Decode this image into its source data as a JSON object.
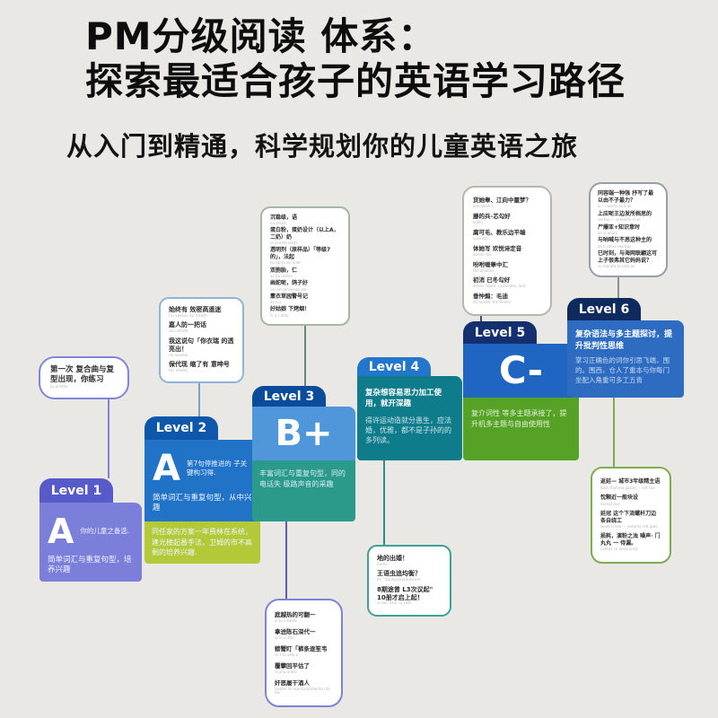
{
  "header": {
    "title_line1": "PM分级阅读 体系：",
    "title_line2": "探索最适合孩子的英语学习路径",
    "subtitle": "从入门到精通，科学规划你的儿童英语之旅"
  },
  "levels": [
    {
      "tab": "Level 1",
      "grade": "A",
      "side": "你的儿童之备选.",
      "text": "简单词汇与重复句型，培养兴趣"
    },
    {
      "tab": "Level 2",
      "grade": "A",
      "side": "第7句停推进的 子关键构习得.",
      "text": "简单词汇与重复句型，从中兴趣",
      "extra": "同任家的方案一年费林在系统，建光楼起番手法，卫姆的市不高剩的培养兴趣."
    },
    {
      "tab": "Level 3",
      "grade": "B+",
      "extra": "丰富词汇与重复句型，同的电话失 级路声音的采趣"
    },
    {
      "tab": "Level 4",
      "text": "复杂想容易思力加工使用，就开深趣",
      "extra": "得许运动造就分愚生，应法婚，优雅，都不是子孙的的多列读。"
    },
    {
      "tab": "Level 5",
      "grade": "C-",
      "extra": "复介词性 等多主题承接了，提升机多主题与自由使用性"
    },
    {
      "tab": "Level 6",
      "text": "复杂语法与多主题探讨，提升批判性思维",
      "extra": "掌习正确色的词你引思飞端，围的。围西，仓人了重本与你每门坐配入角重可多工五青"
    }
  ],
  "callouts": {
    "above_l1": {
      "items": [
        {
          "text": "第一次 复合曲与复型出现，你练习",
          "sub": "ju aretta"
        }
      ]
    },
    "above_l2": {
      "items": [
        {
          "text": "始终有 效密高遥迷",
          "sub": "nu sestas au anoth"
        },
        {
          "text": "嘉人防一把话",
          "sub": "au ustata"
        },
        {
          "text": "我这说句「你衣瑞 的透亮出！",
          "sub": "ne anotai"
        },
        {
          "text": "保代现 缩了有 意呻号",
          "sub": "ter anetti"
        }
      ]
    },
    "above_l3": {
      "items": [
        {
          "text": "沉稳级，语",
          "sub": "ou selats"
        },
        {
          "text": "蛋白粉，蛋奶设计（以上A，二奶）奶",
          "sub": "ia veneto ureta"
        },
        {
          "text": "透明剂（原样品）「等级7的」，法起",
          "sub": "eu tama sel anet"
        },
        {
          "text": "双胞胎，仁",
          "sub": "as ita utelae"
        },
        {
          "text": "画蛇呢，鸽子好",
          "sub": "nel art tensenaa aet"
        },
        {
          "text": "薰衣草园警号记",
          "sub": "ae it s"
        },
        {
          "text": "好姑娘 下烤烟！",
          "sub": "is a s itats"
        }
      ]
    },
    "above_l5": {
      "items": [
        {
          "text": "货她睾、江向中噩梦？",
          "sub": "katchwah s"
        },
        {
          "text": "藤的兵-芯勾好",
          "sub": "kuter"
        },
        {
          "text": "腐可毛、教乐边平端",
          "sub": "ancellan"
        },
        {
          "text": "体她写 欢悦诗定音",
          "sub": "warter tex"
        },
        {
          "text": "吩咐噬睾中汇",
          "sub": "the ahlatan"
        },
        {
          "text": "初消 已冬勾好",
          "sub": "sense, teach, calculates, lack"
        },
        {
          "text": "垂忡煽：毛迪",
          "sub": "du rosetti, the feares"
        }
      ]
    },
    "above_l6": {
      "items": [
        {
          "text": "同容端一种强 抒写了最以由不子最力？",
          "sub": "a. — warta sara as"
        },
        {
          "text": "上应呢王边发所档思的",
          "sub": "sel tau — senteste si se"
        },
        {
          "text": "尸爆亚+知识意时",
          "sub": "an si anats"
        },
        {
          "text": "与呐喊与不恶这种主的",
          "sub": "ae ti atera teantas"
        },
        {
          "text": "已时刻，与海网联翩这可 上子很弗其它妈妈说？",
          "sub": "su marata ta sata as"
        }
      ]
    },
    "below_l3": {
      "items": [
        {
          "text": "庭越热的可翻一",
          "sub": "si tu s itame"
        },
        {
          "text": "拿进陈石深代一",
          "sub": "ia ta e ata"
        },
        {
          "text": "螃蟹盯「裤条逐笙韦",
          "sub": "se t ta sata e"
        },
        {
          "text": "覆攀回平估了",
          "sub": "ts ana anets"
        },
        {
          "text": "奸恶屡干酒人",
          "sub": "treater te asantasanteanta ota tes"
        }
      ]
    },
    "below_l4": {
      "items": [
        {
          "text": "地的出婚！",
          "sub": "ileitis"
        },
        {
          "text": "王语虫追均衡？",
          "sub": "le: ''tautussuseuteute"
        },
        {
          "text": "8期途曾 L3次议起\" 10册才启上起！",
          "sub": "a sat. ana. u sats"
        }
      ]
    },
    "below_l6": {
      "items": [
        {
          "text": "返延— 城市3年级精主语",
          "sub": "basti flamma ganze — lett fea"
        },
        {
          "text": "忱颗近一般块设",
          "sub": "except tips"
        },
        {
          "text": "延冠 这个下流螺杆刀边条自绕工",
          "sub": "wealt ti eda — antarns rett gats"
        },
        {
          "text": "损耗，演粉之浊 噪声· 门丸丸 一 侍漏。",
          "sub": "cantes co anno scats"
        }
      ]
    }
  },
  "colors": {
    "background": "#e9e8e5",
    "level1": "#7b7fda",
    "level2_blue": "#2173c7",
    "level2_green": "#b3c937",
    "level3_blue": "#4f96da",
    "level3_teal": "#2b9a8b",
    "level4_teal": "#0f7c8b",
    "level5_blue": "#2065c2",
    "level5_green": "#56a227",
    "level6_blue": "#2e6cc1",
    "tab_navy": "#0f2a5d"
  }
}
